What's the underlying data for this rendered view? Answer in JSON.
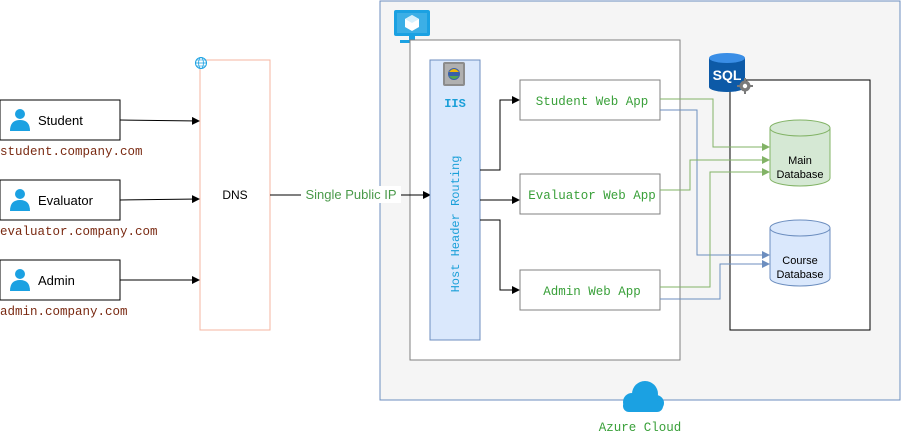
{
  "users": [
    {
      "label": "Student",
      "domain": "student.company.com"
    },
    {
      "label": "Evaluator",
      "domain": "evaluator.company.com"
    },
    {
      "label": "Admin",
      "domain": "admin.company.com"
    }
  ],
  "dns": {
    "label": "DNS"
  },
  "link": {
    "label": "Single Public IP"
  },
  "iis": {
    "label": "IIS",
    "routing_label": "Host Header Routing"
  },
  "apps": [
    {
      "label": "Student Web App"
    },
    {
      "label": "Evaluator Web App"
    },
    {
      "label": "Admin Web App"
    }
  ],
  "sql": {
    "badge": "SQL"
  },
  "databases": {
    "main": {
      "line1": "Main",
      "line2": "Database"
    },
    "course": {
      "line1": "Course",
      "line2": "Database"
    }
  },
  "cloud": {
    "label": "Azure Cloud"
  },
  "colors": {
    "azure_border": "#6c8ebf",
    "azure_fill": "#f5f5f5",
    "dns_border": "#f4b6a0",
    "green": "#82b366",
    "green_text": "#4a9a4a",
    "blue_line": "#6c8ebf",
    "app_text": "#3aa03a",
    "iis_text": "#1a9fd8",
    "domain_text": "#7a2a12",
    "azure_icon": "#1ba1e2",
    "main_db_fill": "#d5e8d4",
    "course_db_fill": "#dae8fc"
  }
}
